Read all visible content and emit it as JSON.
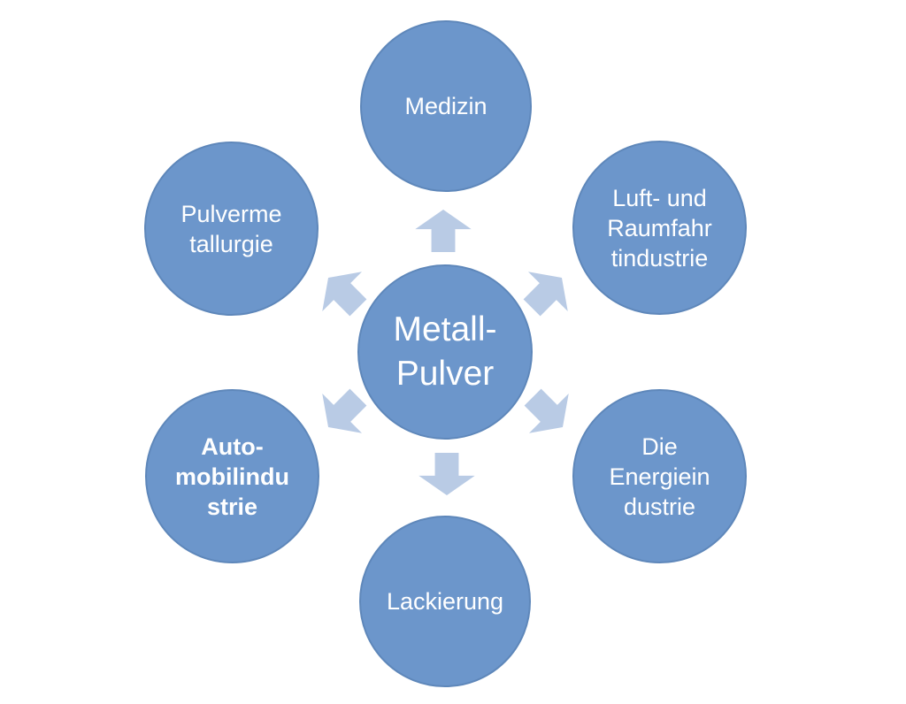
{
  "nodes": {
    "center": {
      "lines": [
        "Metall-",
        "Pulver"
      ]
    },
    "medizin": {
      "lines": [
        "Medizin"
      ]
    },
    "luftraumfahrt": {
      "lines": [
        "Luft- und",
        "Raumfahr",
        "tindustrie"
      ]
    },
    "energie": {
      "lines": [
        "Die",
        "Energiein",
        "dustrie"
      ]
    },
    "lackierung": {
      "lines": [
        "Lackierung"
      ]
    },
    "automobil": {
      "lines": [
        "Auto-",
        "mobilindu",
        "strie"
      ]
    },
    "pulvermetallurgie": {
      "lines": [
        "Pulverme",
        "tallurgie"
      ]
    }
  },
  "icons": {
    "arrows": [
      "arrow-up-icon",
      "arrow-upper-right-icon",
      "arrow-lower-right-icon",
      "arrow-down-icon",
      "arrow-lower-left-icon",
      "arrow-upper-left-icon"
    ]
  },
  "colors": {
    "circle_fill": "#6C96CB",
    "circle_border": "#5E87BA",
    "arrow_fill": "#B9CBE5",
    "text": "#FFFFFF",
    "background": "#FFFFFF"
  }
}
